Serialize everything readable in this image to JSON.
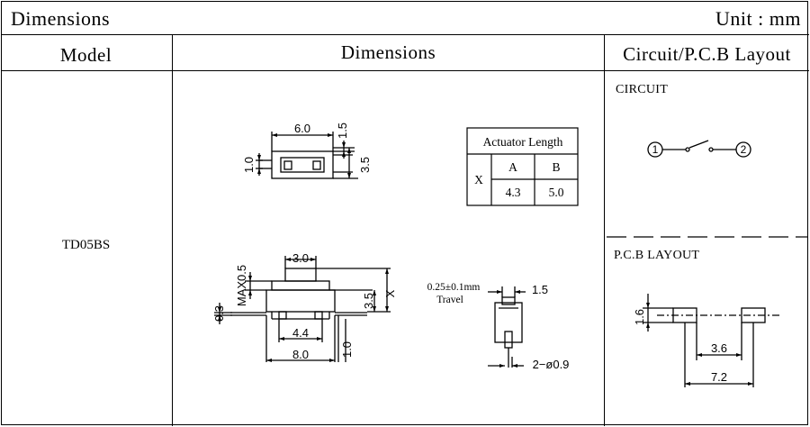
{
  "header": {
    "title": "Dimensions",
    "unit": "Unit : mm"
  },
  "columns": {
    "model": "Model",
    "dimensions": "Dimensions",
    "circuit_layout": "Circuit/P.C.B Layout"
  },
  "model_name": "TD05BS",
  "top_view": {
    "dim_width": "6.0",
    "dim_top": "1.5",
    "dim_left": "1.0",
    "dim_right": "3.5"
  },
  "actuator_table": {
    "title": "Actuator  Length",
    "row_label": "X",
    "col_a": "A",
    "col_b": "B",
    "val_a": "4.3",
    "val_b": "5.0"
  },
  "side_view": {
    "dim_top": "3.0",
    "dim_max": "MAX0.5",
    "dim_left": "0.3",
    "dim_mid": "3.5",
    "dim_x": "X",
    "dim_inner": "4.4",
    "dim_outer": "8.0",
    "dim_leg": "1.0"
  },
  "end_view": {
    "travel_value": "0.25±0.1mm",
    "travel_label": "Travel",
    "dim_width": "1.5",
    "dim_hole": "2−ø0.9"
  },
  "circuit": {
    "title": "CIRCUIT",
    "pin1": "1",
    "pin2": "2"
  },
  "pcb": {
    "title": "P.C.B LAYOUT",
    "dim_height": "1.6",
    "dim_gap": "3.6",
    "dim_span": "7.2"
  }
}
